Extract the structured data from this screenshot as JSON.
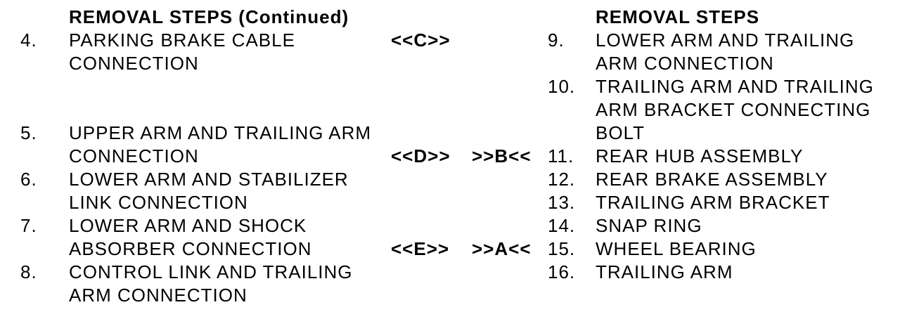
{
  "page": {
    "background_color": "#ffffff",
    "text_color": "#000000"
  },
  "left_column": {
    "header": "REMOVAL STEPS (Continued)",
    "items": [
      {
        "number": "4.",
        "lines": [
          "PARKING BRAKE CABLE",
          "CONNECTION"
        ],
        "removal_code": "<<C>>"
      },
      {
        "number": "5.",
        "lines": [
          "UPPER ARM AND TRAILING ARM",
          "CONNECTION"
        ],
        "removal_code": "<<D>>"
      },
      {
        "number": "6.",
        "lines": [
          "LOWER ARM AND STABILIZER",
          "LINK CONNECTION"
        ]
      },
      {
        "number": "7.",
        "lines": [
          "LOWER ARM AND SHOCK",
          "ABSORBER CONNECTION"
        ],
        "removal_code": "<<E>>"
      },
      {
        "number": "8.",
        "lines": [
          "CONTROL LINK AND TRAILING",
          "ARM CONNECTION"
        ]
      }
    ]
  },
  "right_column": {
    "header": "REMOVAL STEPS",
    "items": [
      {
        "number": "9.",
        "lines": [
          "LOWER ARM AND TRAILING",
          "ARM CONNECTION"
        ]
      },
      {
        "number": "10.",
        "lines": [
          "TRAILING ARM AND TRAILING",
          "ARM BRACKET CONNECTING",
          "BOLT"
        ]
      },
      {
        "number": "11.",
        "lines": [
          "REAR HUB ASSEMBLY"
        ],
        "installation_code": ">>B<<"
      },
      {
        "number": "12.",
        "lines": [
          "REAR BRAKE ASSEMBLY"
        ]
      },
      {
        "number": "13.",
        "lines": [
          "TRAILING ARM BRACKET"
        ]
      },
      {
        "number": "14.",
        "lines": [
          "SNAP RING"
        ]
      },
      {
        "number": "15.",
        "lines": [
          "WHEEL BEARING"
        ],
        "installation_code": ">>A<<"
      },
      {
        "number": "16.",
        "lines": [
          "TRAILING ARM"
        ]
      }
    ]
  }
}
